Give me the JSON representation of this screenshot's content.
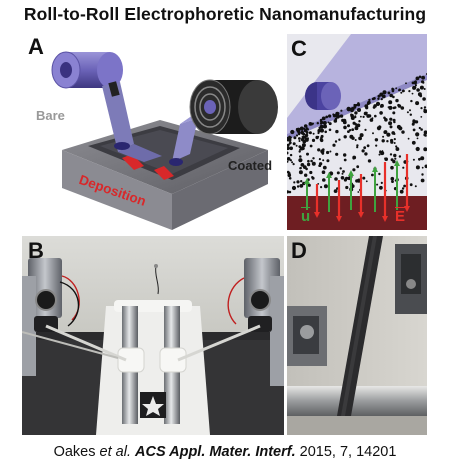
{
  "figure": {
    "title": "Roll-to-Roll Electrophoretic Nanomanufacturing",
    "panels": {
      "a": {
        "label": "A",
        "bare": "Bare",
        "deposition": "Deposition",
        "coated": "Coated"
      },
      "b": {
        "label": "B"
      },
      "c": {
        "label": "C",
        "u": "u",
        "e": "E"
      },
      "d": {
        "label": "D"
      }
    },
    "citation": {
      "authors": "Oakes",
      "etal": "et al.",
      "journal": "ACS Appl. Mater. Interf.",
      "details": "2015, 7, 14201"
    },
    "colors": {
      "roller_purple": "#6b63b8",
      "deposition_red": "#d8282a",
      "field_red": "#e8302a",
      "flow_green": "#3fa33f"
    }
  }
}
